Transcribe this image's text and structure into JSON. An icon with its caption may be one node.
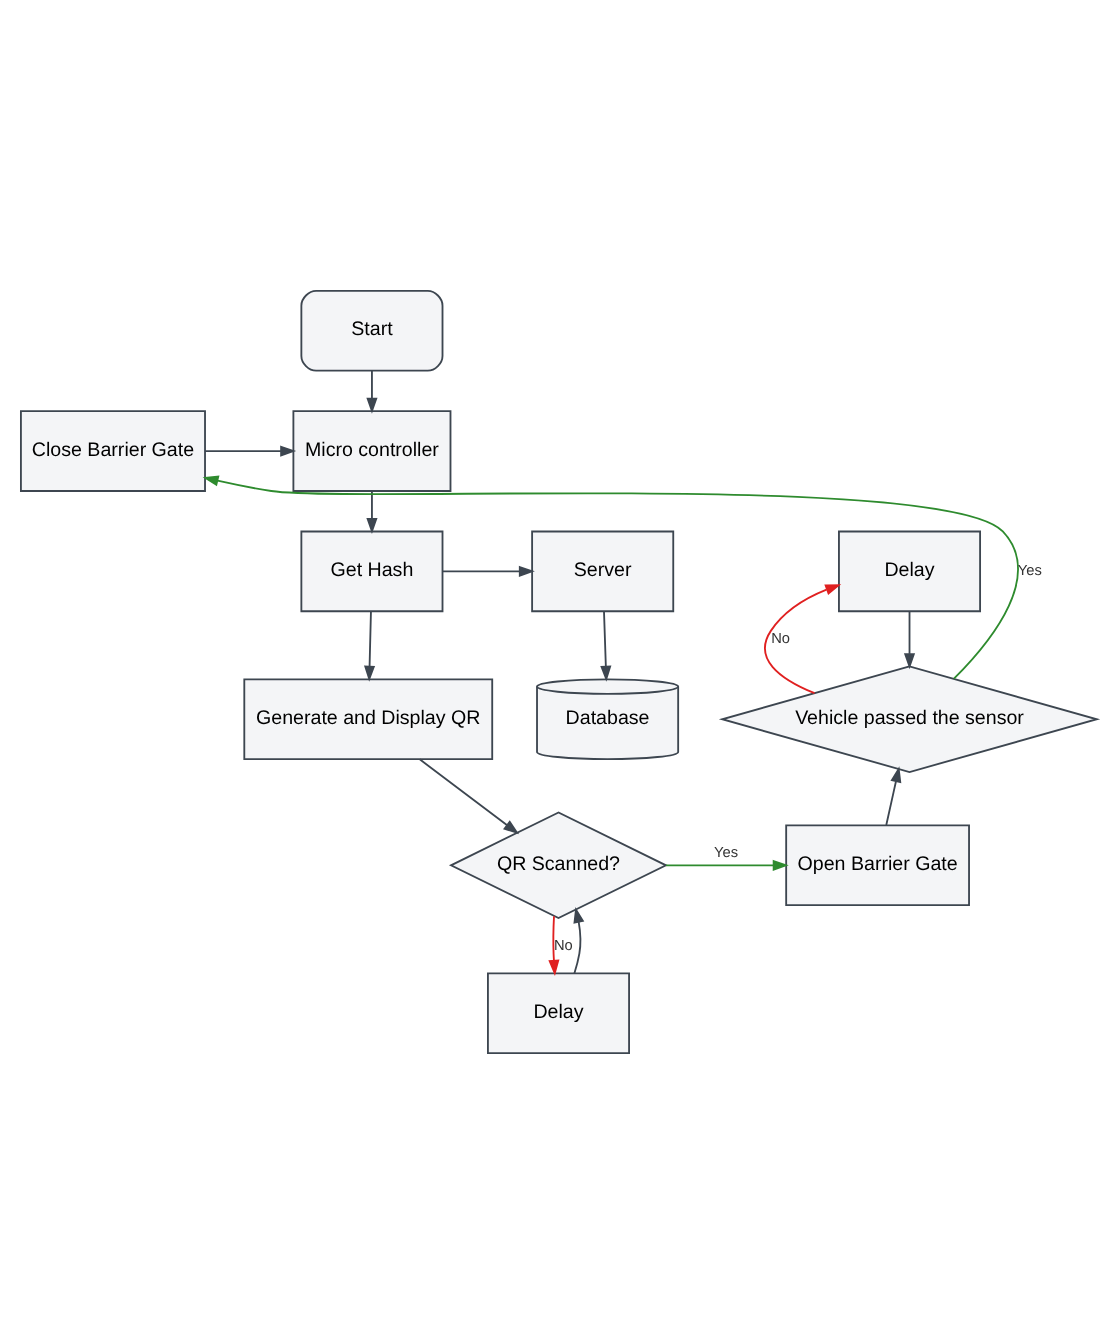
{
  "diagram": {
    "nodes": [
      {
        "text": [
          "Start"
        ]
      },
      {
        "text": [
          "Micro controller"
        ]
      },
      {
        "text": [
          "Close Barrier Gate"
        ]
      },
      {
        "text": [
          "Get Hash"
        ]
      },
      {
        "text": [
          "Server"
        ]
      },
      {
        "text": [
          "Delay"
        ]
      },
      {
        "text": [
          "Database"
        ]
      },
      {
        "text": [
          "Generate and Display QR"
        ]
      },
      {
        "text": [
          "Vehicle passed the sensor"
        ]
      },
      {
        "text": [
          "Open Barrier Gate"
        ]
      },
      {
        "text": [
          "QR Scanned?"
        ]
      },
      {
        "text": [
          "Delay"
        ]
      }
    ],
    "edges": [
      {
        "from": 0,
        "to": 1,
        "arrow": "to"
      },
      {
        "from": 2,
        "to": 1,
        "arrow": "to"
      },
      {
        "from": 1,
        "to": 3,
        "arrow": "to"
      },
      {
        "from": 3,
        "to": 4,
        "arrow": "to"
      },
      {
        "from": 4,
        "to": 6,
        "arrow": "to"
      },
      {
        "from": 3,
        "to": 7,
        "arrow": "to"
      },
      {
        "from": 7,
        "to": 10,
        "arrow": "to"
      },
      {
        "from": 10,
        "to": 9,
        "arrow": "to",
        "label": "Yes",
        "color": "#2e8b2e"
      },
      {
        "from": 10,
        "to": 11,
        "arrow": "to",
        "label": "No",
        "color": "#e02020"
      },
      {
        "from": 11,
        "to": 10,
        "arrow": "to"
      },
      {
        "from": 9,
        "to": 8,
        "arrow": "to"
      },
      {
        "from": 8,
        "to": 5,
        "arrow": "to",
        "label": "No",
        "color": "#e02020"
      },
      {
        "from": 5,
        "to": 8,
        "arrow": "to"
      },
      {
        "from": 8,
        "to": 2,
        "arrow": "to",
        "label": "Yes",
        "color": "#2e8b2e"
      }
    ]
  }
}
